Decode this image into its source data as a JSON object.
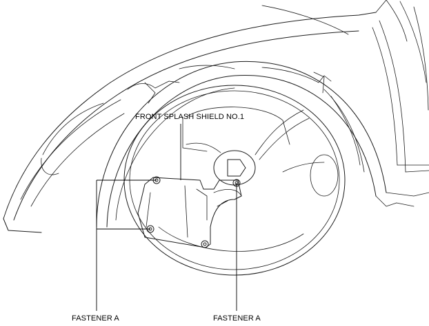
{
  "labels": {
    "shield": "FRONT SPLASH SHIELD NO.1",
    "fastener_left": "FASTENER A",
    "fastener_right": "FASTENER A"
  }
}
